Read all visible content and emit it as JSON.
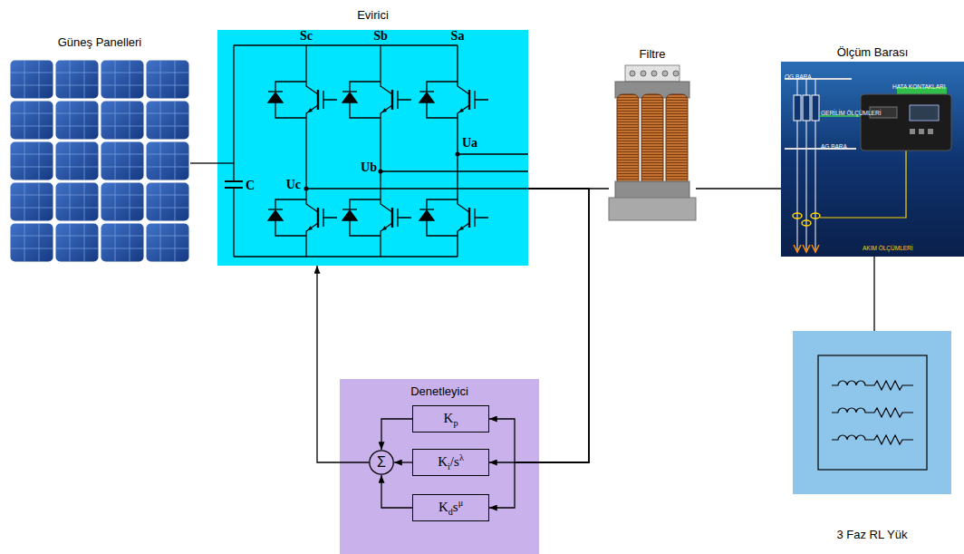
{
  "diagram": {
    "nodes": [
      {
        "text": [
          "Güneş Panelleri"
        ]
      },
      {
        "text": [
          "Evirici"
        ]
      },
      {
        "text": [
          "Filtre"
        ]
      },
      {
        "text": [
          "Ölçüm Barası"
        ]
      },
      {
        "text": [
          "3 Faz RL Yük"
        ]
      },
      {
        "text": [
          "Denetleyici"
        ]
      },
      {
        "text": [
          "Kp"
        ],
        "in": 5
      },
      {
        "text": [
          "Σ"
        ],
        "in": 5
      },
      {
        "text": [
          "Ki/sλ"
        ],
        "in": 5
      },
      {
        "text": [
          "Kdsμ"
        ],
        "in": 5
      }
    ],
    "edges": [
      {
        "from": 0,
        "to": 1,
        "arrow": "none"
      },
      {
        "from": 1,
        "to": 2,
        "arrow": "none"
      },
      {
        "from": 2,
        "to": 3,
        "arrow": "none"
      },
      {
        "from": 3,
        "to": 4,
        "arrow": "none"
      },
      {
        "from": 7,
        "to": 1,
        "arrow": "to"
      },
      {
        "from": 1,
        "to": 6,
        "arrow": "to"
      },
      {
        "from": 1,
        "to": 8,
        "arrow": "to"
      },
      {
        "from": 1,
        "to": 9,
        "arrow": "to"
      },
      {
        "from": 6,
        "to": 7,
        "arrow": "to"
      },
      {
        "from": 8,
        "to": 7,
        "arrow": "to"
      },
      {
        "from": 9,
        "to": 7,
        "arrow": "to"
      }
    ],
    "labels": [
      "Sc",
      "Sb",
      "Sa",
      "Uc",
      "Ub",
      "Ua",
      "C",
      "OG BARA",
      "HATA KONTAKLARI",
      "GERİLİM ÖLÇÜMLERİ",
      "AG BARA",
      "AKIM ÖLÇÜMLERİ"
    ]
  }
}
